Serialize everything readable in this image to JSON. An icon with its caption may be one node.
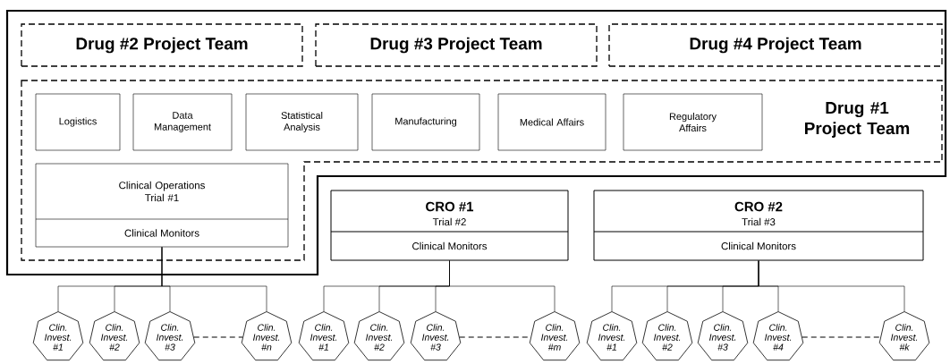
{
  "diagram": {
    "nodes": [
      {
        "text": [
          "Drug #2 Project Team"
        ]
      },
      {
        "text": [
          "Drug #3 Project Team"
        ]
      },
      {
        "text": [
          "Drug #4 Project Team"
        ]
      },
      {
        "text": [
          "Drug #1 Project Team"
        ]
      },
      {
        "text": [
          "Logistics"
        ],
        "in": 3
      },
      {
        "text": [
          "Data Management"
        ],
        "in": 3
      },
      {
        "text": [
          "Statistical Analysis"
        ],
        "in": 3
      },
      {
        "text": [
          "Manufacturing"
        ],
        "in": 3
      },
      {
        "text": [
          "Medical Affairs"
        ],
        "in": 3
      },
      {
        "text": [
          "Regulatory Affairs"
        ],
        "in": 3
      },
      {
        "text": [
          "Clinical Operations Trial #1",
          "Clinical Monitors"
        ],
        "in": 3
      },
      {
        "text": [
          "CRO #1",
          "Trial #2",
          "Clinical Monitors"
        ]
      },
      {
        "text": [
          "CRO #2",
          "Trial #3",
          "Clinical Monitors"
        ]
      },
      {
        "text": [
          "Clin. Invest. #1"
        ]
      },
      {
        "text": [
          "Clin. Invest. #2"
        ]
      },
      {
        "text": [
          "Clin. Invest. #3"
        ]
      },
      {
        "text": [
          "Clin. Invest. #n"
        ]
      },
      {
        "text": [
          "Clin. Invest. #1"
        ]
      },
      {
        "text": [
          "Clin. Invest. #2"
        ]
      },
      {
        "text": [
          "Clin. Invest. #3"
        ]
      },
      {
        "text": [
          "Clin. Invest. #m"
        ]
      },
      {
        "text": [
          "Clin. Invest. #1"
        ]
      },
      {
        "text": [
          "Clin. Invest. #2"
        ]
      },
      {
        "text": [
          "Clin. Invest. #3"
        ]
      },
      {
        "text": [
          "Clin. Invest. #4"
        ]
      },
      {
        "text": [
          "Clin. Invest. #k"
        ]
      }
    ],
    "edges": [
      {
        "from": 10,
        "to": 13,
        "arrow": "none"
      },
      {
        "from": 10,
        "to": 14,
        "arrow": "none"
      },
      {
        "from": 10,
        "to": 15,
        "arrow": "none"
      },
      {
        "from": 10,
        "to": 16,
        "arrow": "none"
      },
      {
        "from": 15,
        "to": 16,
        "arrow": "none",
        "style": "dashed"
      },
      {
        "from": 11,
        "to": 17,
        "arrow": "none"
      },
      {
        "from": 11,
        "to": 18,
        "arrow": "none"
      },
      {
        "from": 11,
        "to": 19,
        "arrow": "none"
      },
      {
        "from": 11,
        "to": 20,
        "arrow": "none"
      },
      {
        "from": 19,
        "to": 20,
        "arrow": "none",
        "style": "dashed"
      },
      {
        "from": 12,
        "to": 21,
        "arrow": "none"
      },
      {
        "from": 12,
        "to": 22,
        "arrow": "none"
      },
      {
        "from": 12,
        "to": 23,
        "arrow": "none"
      },
      {
        "from": 12,
        "to": 24,
        "arrow": "none"
      },
      {
        "from": 12,
        "to": 25,
        "arrow": "none"
      },
      {
        "from": 24,
        "to": 25,
        "arrow": "none",
        "style": "dashed"
      }
    ]
  }
}
